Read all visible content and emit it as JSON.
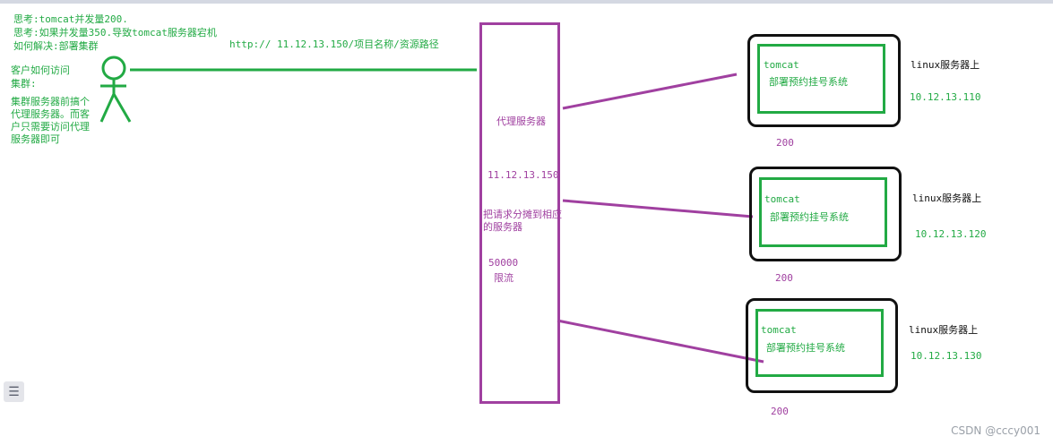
{
  "notes": {
    "line1": "思考:tomcat并发量200.",
    "line2": "思考:如果并发量350.导致tomcat服务器宕机",
    "line3": "如何解决:部署集群",
    "q1": "客户如何访问",
    "q2": "集群:",
    "a1": "集群服务器前搞个",
    "a2": "代理服务器。而客",
    "a3": "户只需要访问代理",
    "a4": "服务器即可"
  },
  "url": "http:// 11.12.13.150/项目名称/资源路径",
  "proxy": {
    "label": "代理服务器",
    "ip": "11.12.13.150",
    "desc1": "把请求分摊到相应",
    "desc2": "的服务器",
    "limit": "50000",
    "limit_label": "限流"
  },
  "servers": [
    {
      "app": "tomcat",
      "system": "部署预约挂号系统",
      "os": "linux服务器上",
      "ip": "10.12.13.110",
      "concurrency": "200"
    },
    {
      "app": "tomcat",
      "system": "部署预约挂号系统",
      "os": "linux服务器上",
      "ip": "10.12.13.120",
      "concurrency": "200"
    },
    {
      "app": "tomcat",
      "system": "部署预约挂号系统",
      "os": "linux服务器上",
      "ip": "10.12.13.130",
      "concurrency": "200"
    }
  ],
  "watermark": "CSDN @cccy001",
  "colors": {
    "green": "#22aa44",
    "purple": "#a040a0",
    "black": "#111111"
  },
  "icons": {
    "menu": "menu-icon",
    "user": "stick-figure-icon"
  }
}
